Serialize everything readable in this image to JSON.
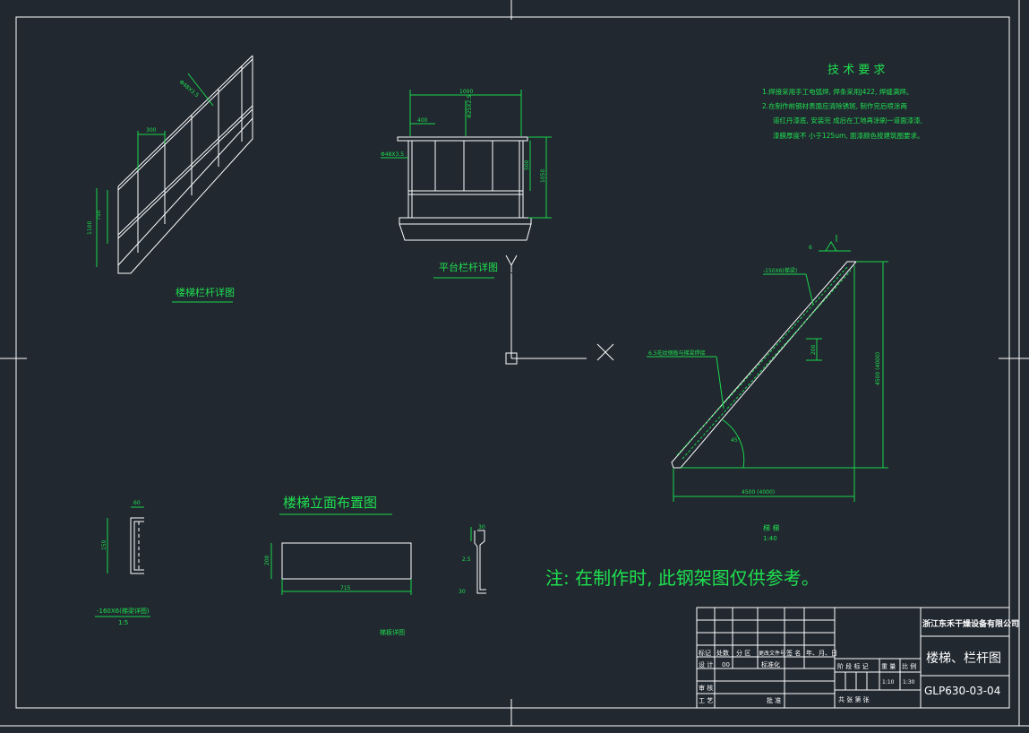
{
  "colors": {
    "background": "#212830",
    "lines": "#ffffff",
    "annotations": "#1fe04f",
    "accent": "#0fa63b"
  },
  "views": {
    "stair_rail_detail": "楼梯栏杆详图",
    "platform_rail_detail": "平台栏杆详图",
    "stair_elevation_layout": "楼梯立面布置图",
    "stair": "梯 梯",
    "stair_scale": "1:40",
    "channel_section": "-160X6(梯梁详图)",
    "channel_scale": "1:5",
    "tread_detail": "梯板详图"
  },
  "dims": {
    "rail_slope": "Φ48X3.5",
    "rail_post": "300",
    "rail_h1": "750",
    "rail_h2": "1100",
    "plat_width": "1000",
    "plat_sub": "400",
    "plat_pipe": "Φ48X3.5",
    "plat_h_top": "Φ25X2.5",
    "plat_h1": "500",
    "plat_h2": "1050",
    "stair_beam": "-150X6(梯梁)",
    "stair_tread": "6.5花纹钢板与梯梁焊接",
    "stair_step": "200",
    "stair_height": "4500 (4000)",
    "stair_run": "4500 (4000)",
    "stair_angle": "45°",
    "stair_weld": "6",
    "ch_w": "60",
    "ch_h": "150",
    "tread_w": "715",
    "tread_h": "200",
    "det_a": "30",
    "det_b": "2.5",
    "det_c": "30"
  },
  "requirements": {
    "title": "技 术 要 求",
    "line1": "1.焊接采用手工电弧焊, 焊条采用J422, 焊缝满焊。",
    "line2": "2.在制作前钢材表面应清除锈斑,        制作完后喷涂两",
    "line3": "道红丹漆底, 安装完 成后在工地再涂刷一道面漆漆,",
    "line4": "漆膜厚度不 小于125um, 面漆颜色按建筑图要求。"
  },
  "note": "注: 在制作时, 此钢架图仅供参考。",
  "title_block": {
    "company": "浙江东禾干燥设备有限公司",
    "drawing_title": "楼梯、栏杆图",
    "drawing_no": "GLP630-03-04",
    "h_mark": "标记",
    "h_count": "处数",
    "h_zone": "分 区",
    "h_docno": "更改文件号",
    "h_sign": "签 名",
    "h_date": "年、月、日",
    "designer": "设 计",
    "designer_code": "00",
    "standardize": "标准化",
    "review": "审 核",
    "process": "工 艺",
    "approve": "批 准",
    "stage_mark": "阶 段 标 记",
    "weight": "重 量",
    "scale": "比 例",
    "scale_v1": "1:10",
    "scale_v2": "1:30",
    "sheets": "共    张  第    张"
  }
}
